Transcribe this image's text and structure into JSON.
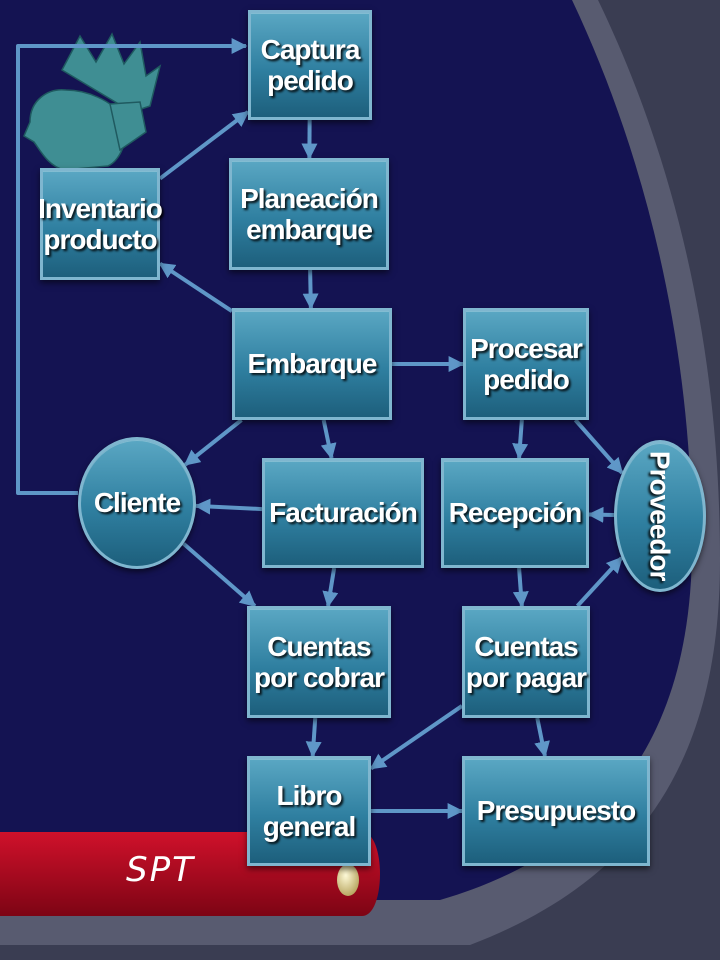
{
  "diagram": {
    "nodes": [
      {
        "id": "captura",
        "label": "Captura\npedido"
      },
      {
        "id": "inventario",
        "label": "Inventario\nproducto"
      },
      {
        "id": "planeacion",
        "label": "Planeación\nembarque"
      },
      {
        "id": "embarque",
        "label": "Embarque"
      },
      {
        "id": "procesar",
        "label": "Procesar\npedido"
      },
      {
        "id": "cliente",
        "label": "Cliente"
      },
      {
        "id": "facturacion",
        "label": "Facturación"
      },
      {
        "id": "recepcion",
        "label": "Recepción"
      },
      {
        "id": "proveedor",
        "label": "Proveedor"
      },
      {
        "id": "cxc",
        "label": "Cuentas\npor cobrar"
      },
      {
        "id": "cxp",
        "label": "Cuentas\npor pagar"
      },
      {
        "id": "libro",
        "label": "Libro\ngeneral"
      },
      {
        "id": "presupuesto",
        "label": "Presupuesto"
      }
    ],
    "edges": [
      {
        "from": "cliente",
        "to": "captura"
      },
      {
        "from": "inventario",
        "to": "captura"
      },
      {
        "from": "captura",
        "to": "planeacion"
      },
      {
        "from": "planeacion",
        "to": "embarque"
      },
      {
        "from": "embarque",
        "to": "inventario"
      },
      {
        "from": "embarque",
        "to": "procesar"
      },
      {
        "from": "embarque",
        "to": "cliente"
      },
      {
        "from": "embarque",
        "to": "facturacion"
      },
      {
        "from": "facturacion",
        "to": "cliente"
      },
      {
        "from": "procesar",
        "to": "proveedor"
      },
      {
        "from": "procesar",
        "to": "recepcion"
      },
      {
        "from": "proveedor",
        "to": "recepcion"
      },
      {
        "from": "recepcion",
        "to": "cxp"
      },
      {
        "from": "cxp",
        "to": "proveedor"
      },
      {
        "from": "facturacion",
        "to": "cxc"
      },
      {
        "from": "cliente",
        "to": "cxc"
      },
      {
        "from": "cxc",
        "to": "libro"
      },
      {
        "from": "cxp",
        "to": "libro"
      },
      {
        "from": "libro",
        "to": "presupuesto"
      },
      {
        "from": "cxp",
        "to": "presupuesto"
      }
    ]
  },
  "footer": {
    "label": "SPT"
  }
}
